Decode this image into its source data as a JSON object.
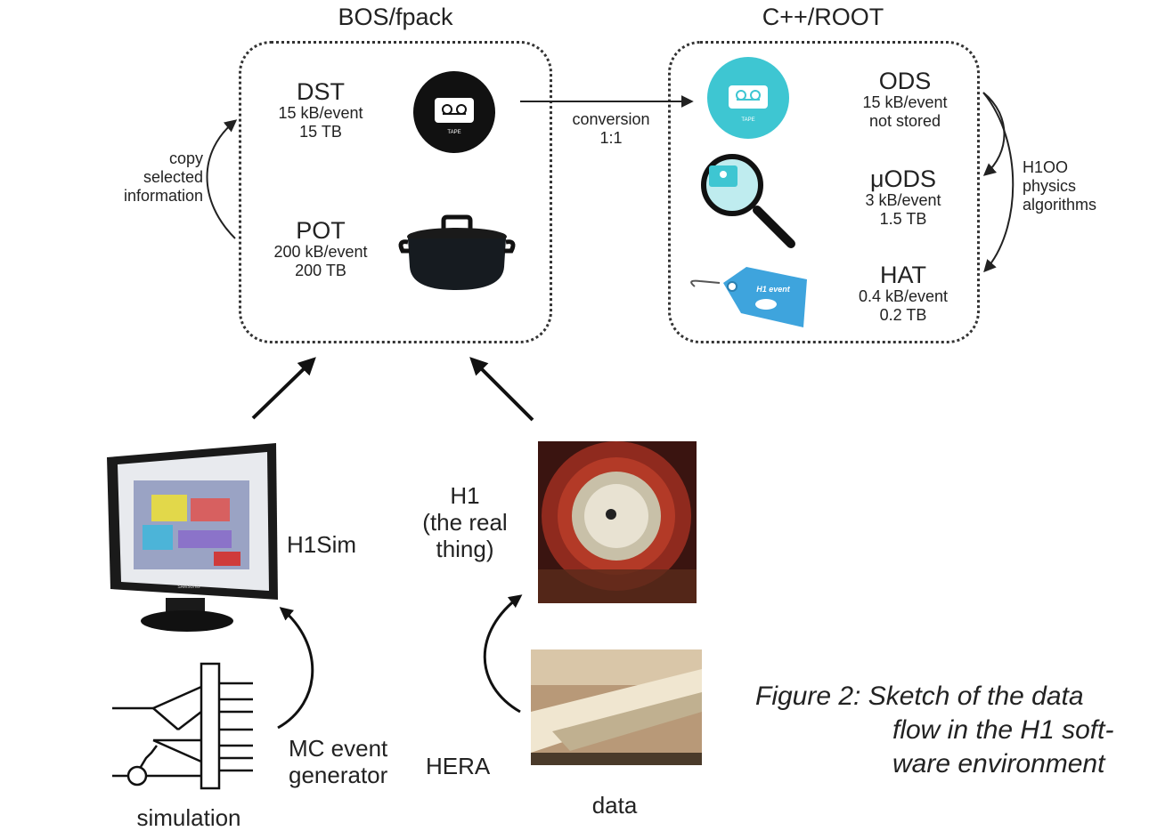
{
  "headings": {
    "left": "BOS/fpack",
    "right": "C++/ROOT"
  },
  "bos": {
    "dst": {
      "name": "DST",
      "line1": "15 kB/event",
      "line2": "15 TB"
    },
    "pot": {
      "name": "POT",
      "line1": "200 kB/event",
      "line2": "200 TB"
    },
    "copy": [
      "copy",
      "selected",
      "information"
    ]
  },
  "conversion": {
    "line1": "conversion",
    "line2": "1:1"
  },
  "root": {
    "ods": {
      "name": "ODS",
      "line1": "15 kB/event",
      "line2": "not stored"
    },
    "mods": {
      "name": "μODS",
      "line1": "3 kB/event",
      "line2": "1.5 TB"
    },
    "hat": {
      "name": "HAT",
      "line1": "0.4 kB/event",
      "line2": "0.2 TB"
    },
    "h1oo": [
      "H1OO",
      "physics",
      "algorithms"
    ]
  },
  "icons": {
    "tape_text": "TAPE",
    "tag_text": "H1 event",
    "monitor_brand": "SAMSUNG"
  },
  "lower": {
    "h1sim": "H1Sim",
    "h1": [
      "H1",
      "(the real",
      "thing)"
    ],
    "mc": [
      "MC event",
      "generator"
    ],
    "hera": "HERA",
    "simulation": "simulation",
    "data": "data"
  },
  "caption": {
    "line1": "Figure 2: Sketch of the data",
    "line2": "flow in the H1 soft-",
    "line3": "ware environment"
  },
  "colors": {
    "cyan": "#3ec6d2",
    "dark": "#111111",
    "stroke": "#222222"
  }
}
